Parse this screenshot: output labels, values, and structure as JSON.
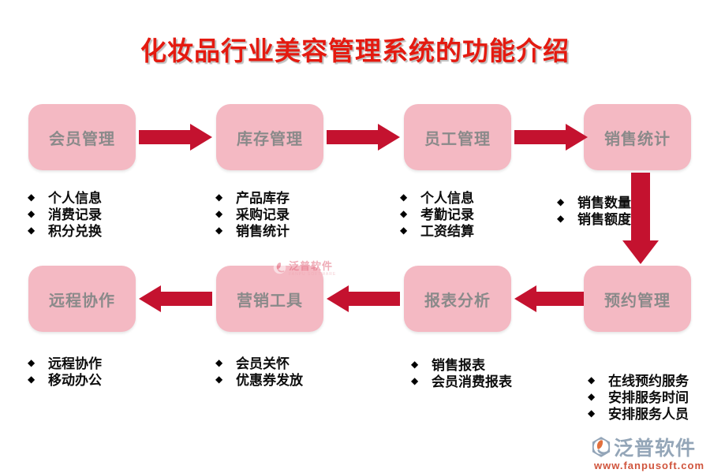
{
  "title": {
    "text": "化妆品行业美容管理系统的功能介绍",
    "color": "#e41a10"
  },
  "bullet": "◆",
  "colors": {
    "box_pink": "#f4b9c3",
    "arrow_red": "#c4122f",
    "box_label_gray": "#8a8a8a"
  },
  "flow": {
    "top_row": {
      "direction": "right",
      "nodes": [
        {
          "label": "会员管理",
          "items": [
            "个人信息",
            "消费记录",
            "积分兑换"
          ]
        },
        {
          "label": "库存管理",
          "items": [
            "产品库存",
            "采购记录",
            "销售统计"
          ]
        },
        {
          "label": "员工管理",
          "items": [
            "个人信息",
            "考勤记录",
            "工资结算"
          ]
        },
        {
          "label": "销售统计",
          "items": [
            "销售数量",
            "销售额度"
          ]
        }
      ]
    },
    "bottom_row": {
      "direction": "left",
      "nodes": [
        {
          "label": "远程协作",
          "items": [
            "远程协作",
            "移动办公"
          ]
        },
        {
          "label": "营销工具",
          "items": [
            "会员关怀",
            "优惠券发放"
          ]
        },
        {
          "label": "报表分析",
          "items": [
            "销售报表",
            "会员消费报表"
          ]
        },
        {
          "label": "预约管理",
          "items": [
            "在线预约服务",
            "安排服务时间",
            "安排服务人员"
          ]
        }
      ]
    }
  },
  "watermark": {
    "logo_text": "泛普软件",
    "sub_text": "FANPU SOFTWARE"
  },
  "footer_logo": {
    "name": "泛普软件",
    "url": "www.fanpusoft.com"
  }
}
